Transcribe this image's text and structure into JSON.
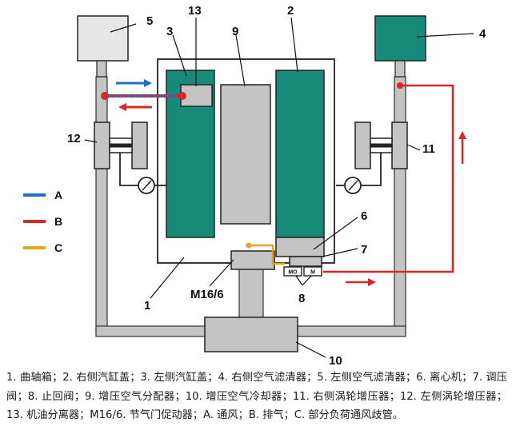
{
  "labels": {
    "n1": "1",
    "n2": "2",
    "n3": "3",
    "n4": "4",
    "n5": "5",
    "n6": "6",
    "n7": "7",
    "n8": "8",
    "n9": "9",
    "n10": "10",
    "n11": "11",
    "n12": "12",
    "n13": "13",
    "m16": "M16/6"
  },
  "valve_text": {
    "left": "MO",
    "right": "M"
  },
  "legend": [
    {
      "key": "A",
      "color": "#1f6fc4"
    },
    {
      "key": "B",
      "color": "#d92626"
    },
    {
      "key": "C",
      "color": "#e8a317"
    }
  ],
  "colors": {
    "gray_fill": "#c4c4c4",
    "teal": "#178a77",
    "exhaust_red": "#d92626",
    "vent_blue": "#1f6fc4",
    "partial_yellow": "#e8a317"
  },
  "caption": "1. 曲轴箱；2. 右侧汽缸盖；3. 左侧汽缸盖；4. 右侧空气滤清器；5. 左侧空气滤清器；6. 离心机；7. 调压阀；8. 止回阀；9. 增压空气分配器；10. 增压空气冷却器；11. 右侧涡轮增压器；12. 左侧涡轮增压器；13. 机油分离器；M16/6. 节气门促动器；A. 通风；B. 排气；C. 部分负荷通风歧管。"
}
